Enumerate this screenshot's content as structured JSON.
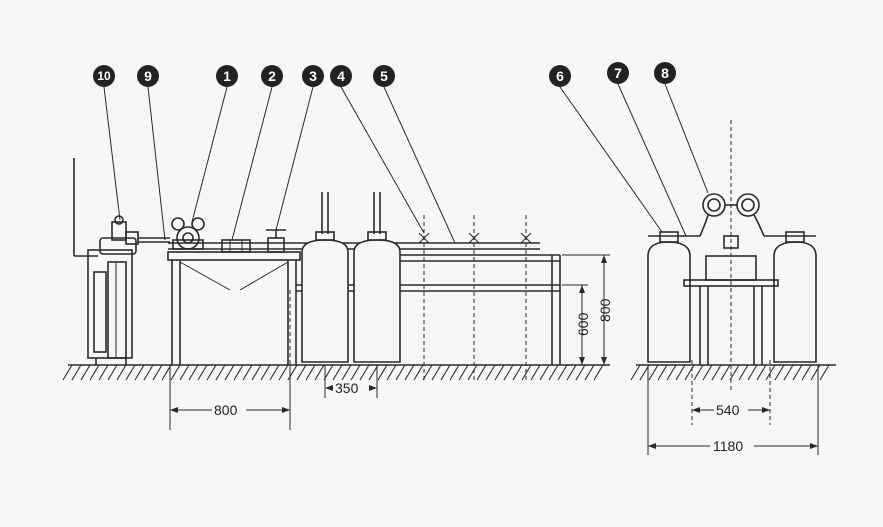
{
  "callouts": [
    {
      "label": "10"
    },
    {
      "label": "9"
    },
    {
      "label": "1"
    },
    {
      "label": "2"
    },
    {
      "label": "3"
    },
    {
      "label": "4"
    },
    {
      "label": "5"
    },
    {
      "label": "6"
    },
    {
      "label": "7"
    },
    {
      "label": "8"
    }
  ],
  "dimensions": {
    "table_length": "800",
    "cylinder_spacing": "350",
    "height_low": "600",
    "height_high": "800",
    "end_inner_width": "540",
    "end_outer_width": "1180"
  },
  "colors": {
    "ink": "#2a2a2a",
    "background": "#f7f7f7"
  }
}
